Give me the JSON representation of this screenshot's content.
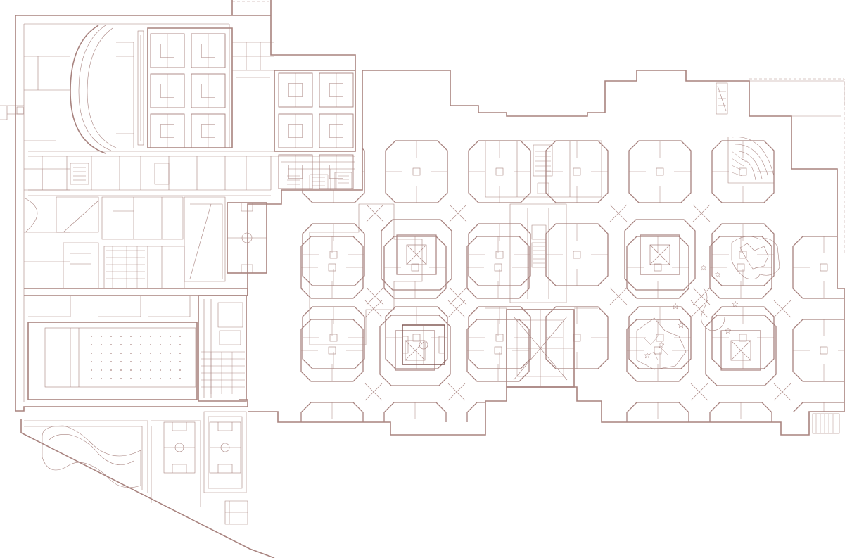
{
  "drawing": {
    "line_color": "#a8837f",
    "line_color_dark": "#7a4f4b",
    "background": "#ffffff"
  },
  "zones": {
    "west_sports_block": {
      "court_rows": 3,
      "court_cols": 2
    },
    "north_court_group": {
      "court_rows": 3,
      "court_cols": 2
    },
    "indoor_pool": {
      "lane_columns": 2
    },
    "central_wing": {
      "octagonal_units": 3
    },
    "east_wing": {
      "octagonal_units": 3
    }
  }
}
